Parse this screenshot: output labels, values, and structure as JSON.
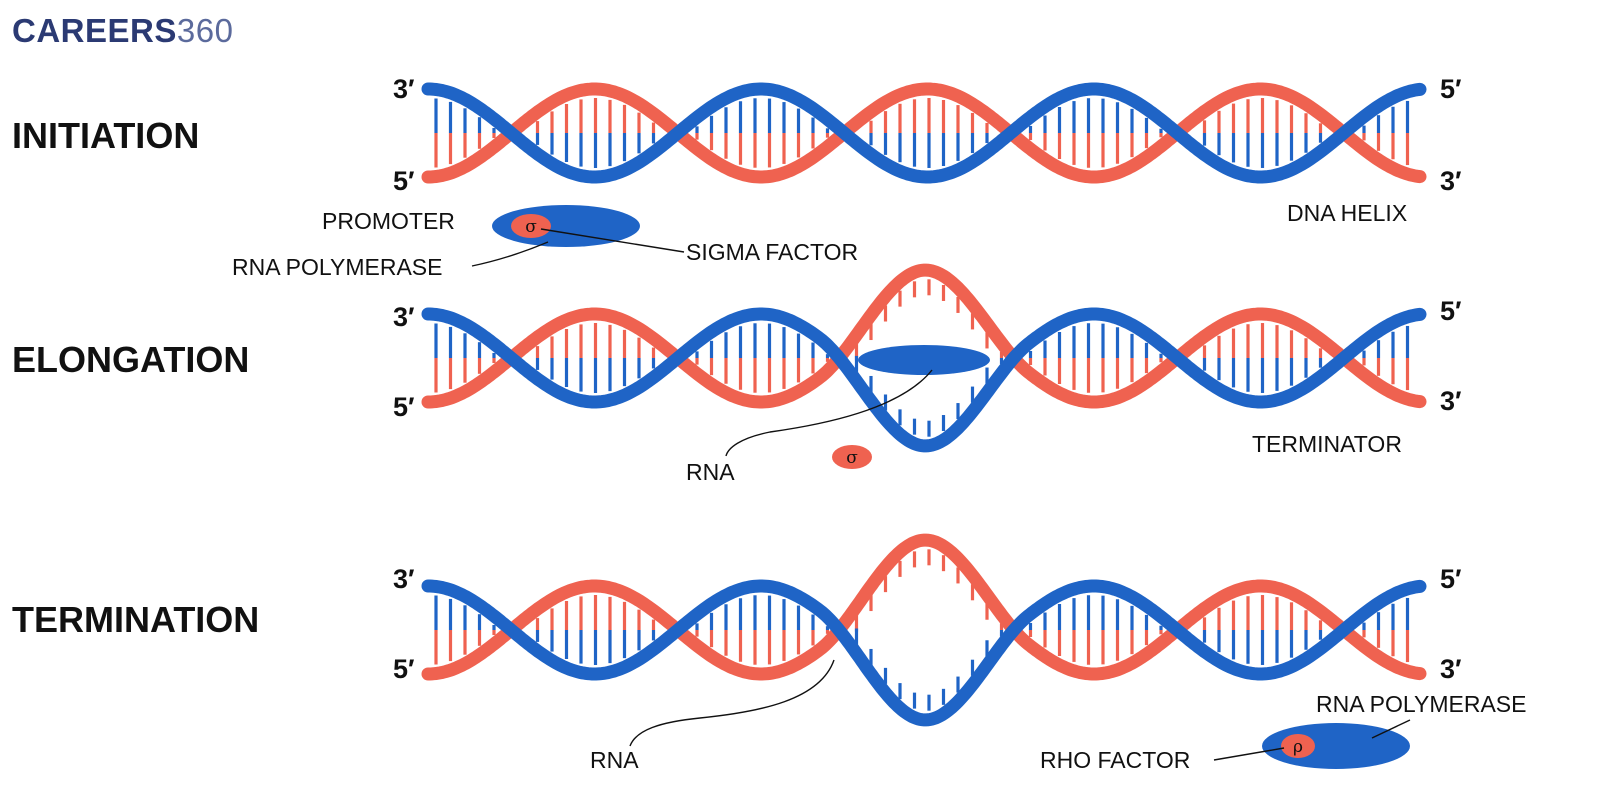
{
  "logo": {
    "brand": "CAREERS",
    "number": "360"
  },
  "colors": {
    "blue_strand": "#1f64c6",
    "red_strand": "#ef6250",
    "enzyme": "#1f64c6",
    "factor": "#ef6250",
    "text": "#111111",
    "logo_brand": "#2b3a73",
    "logo_number": "#5b6a9c"
  },
  "stages": [
    {
      "name": "INITIATION",
      "left_top": "3′",
      "left_bottom": "5′",
      "right_top": "5′",
      "right_bottom": "3′"
    },
    {
      "name": "ELONGATION",
      "left_top": "3′",
      "left_bottom": "5′",
      "right_top": "5′",
      "right_bottom": "3′"
    },
    {
      "name": "TERMINATION",
      "left_top": "3′",
      "left_bottom": "5′",
      "right_top": "5′",
      "right_bottom": "3′"
    }
  ],
  "labels": {
    "promoter": "PROMOTER",
    "rna_polymerase_1": "RNA POLYMERASE",
    "sigma_factor": "SIGMA FACTOR",
    "dna_helix": "DNA HELIX",
    "rna_1": "RNA",
    "terminator": "TERMINATOR",
    "rna_2": "RNA",
    "rho_factor": "RHO FACTOR",
    "rna_polymerase_2": "RNA POLYMERASE"
  },
  "symbols": {
    "sigma": "σ",
    "rho": "ρ"
  }
}
